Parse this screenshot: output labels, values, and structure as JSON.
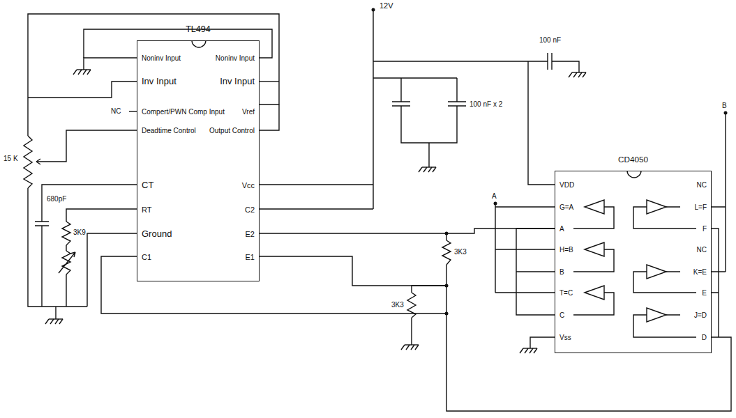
{
  "diagram": {
    "nodes": [
      {
        "text": [
          "TL494",
          "Noninv Input",
          "Noninv Input",
          "Inv Input",
          "Inv Input",
          "Compert/PWN Comp Input",
          "Vref",
          "Deadtime Control",
          "Output Control",
          "CT",
          "Vcc",
          "RT",
          "C2",
          "Ground",
          "E2",
          "C1",
          "E1"
        ]
      },
      {
        "text": [
          "CD4050",
          "VDD",
          "NC",
          "G=A",
          "L=F",
          "A",
          "F",
          "H=B",
          "NC",
          "B",
          "K=E",
          "T=C",
          "E",
          "C",
          "J=D",
          "Vss",
          "D"
        ]
      }
    ],
    "edges": [
      {
        "from": 0,
        "to": 1,
        "arrow": "none"
      }
    ],
    "labels": [
      "12V",
      "100 nF",
      "100 nF x 2",
      "A",
      "B",
      "15 K",
      "NC",
      "680pF",
      "3K9",
      "3K3",
      "3K3"
    ]
  }
}
